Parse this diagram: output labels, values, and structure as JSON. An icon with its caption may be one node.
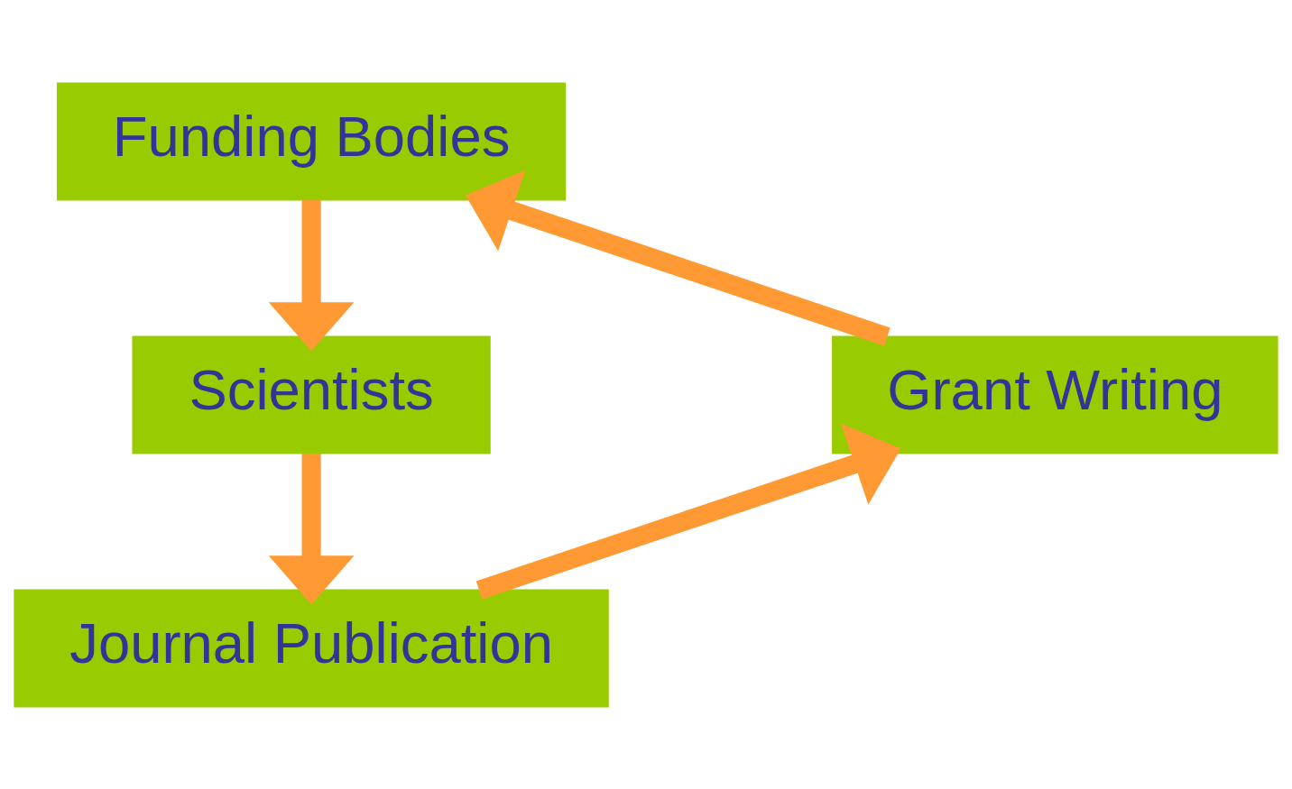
{
  "diagram": {
    "nodes": [
      {
        "text": [
          "Funding Bodies"
        ]
      },
      {
        "text": [
          "Scientists"
        ]
      },
      {
        "text": [
          "Journal Publication"
        ]
      },
      {
        "text": [
          "Grant Writing"
        ]
      }
    ],
    "edges": [
      {
        "from": 3,
        "to": 0,
        "arrow": "to"
      },
      {
        "from": 0,
        "to": 1,
        "arrow": "to"
      },
      {
        "from": 1,
        "to": 2,
        "arrow": "to"
      },
      {
        "from": 2,
        "to": 3,
        "arrow": "to"
      }
    ]
  }
}
